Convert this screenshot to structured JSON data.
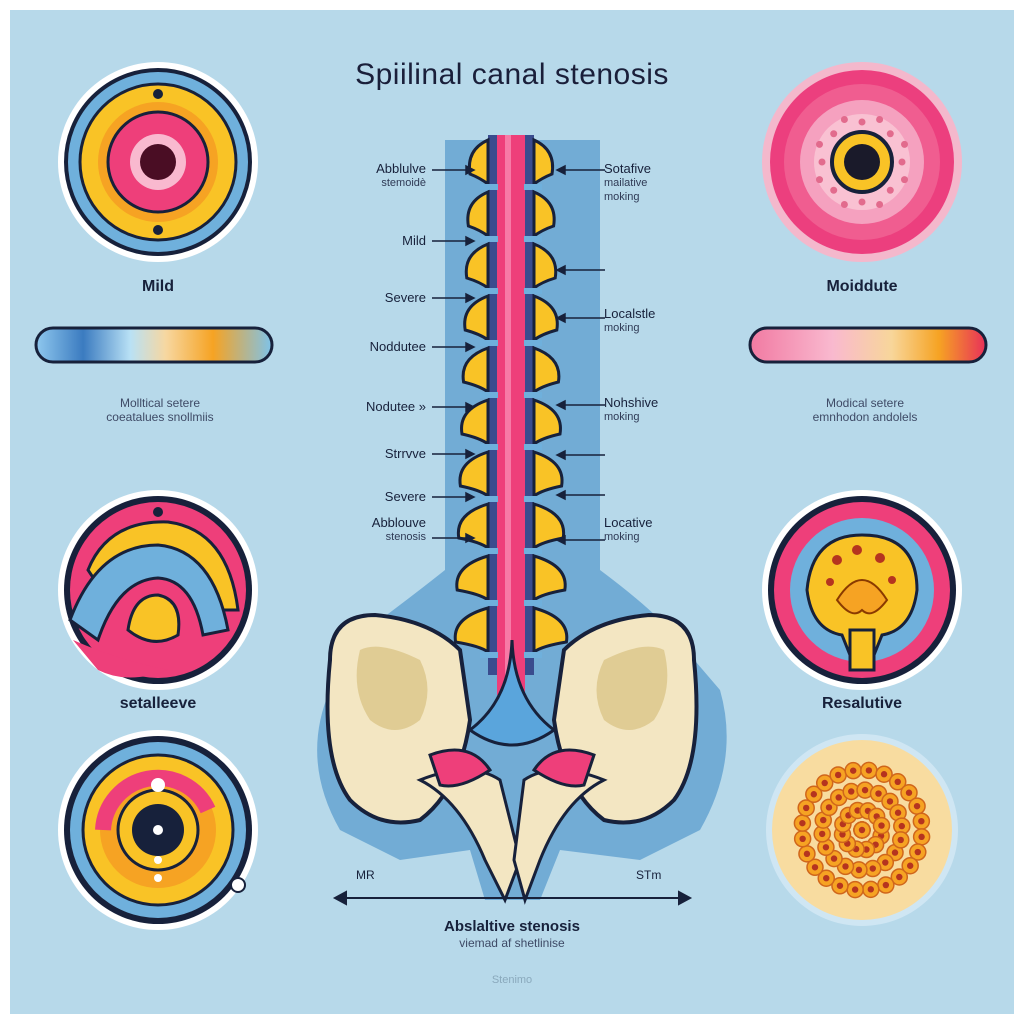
{
  "title": "Spiilinal canal stenosis",
  "labels_left": [
    {
      "text": "Abblulve",
      "sub": "stemoidè"
    },
    {
      "text": "Mild",
      "sub": ""
    },
    {
      "text": "Severe",
      "sub": ""
    },
    {
      "text": "Noddutee",
      "sub": ""
    },
    {
      "text": "Nodutee »",
      "sub": ""
    },
    {
      "text": "Strrvve",
      "sub": ""
    },
    {
      "text": "Severe",
      "sub": ""
    },
    {
      "text": "Abblouve",
      "sub": "stenosis"
    }
  ],
  "labels_right": [
    {
      "text": "Sotafive",
      "sub1": "mailative",
      "sub2": "moking"
    },
    {
      "text": "Localstle",
      "sub1": "moking",
      "sub2": ""
    },
    {
      "text": "Nohshive",
      "sub1": "moking",
      "sub2": ""
    },
    {
      "text": "Locative",
      "sub1": "moking",
      "sub2": ""
    }
  ],
  "captions": {
    "top_left": "Mild",
    "top_right": "Moiddute",
    "mid_left": "setalleeve",
    "mid_right": "Resalutive"
  },
  "descriptions": {
    "left_line1": "Molltical setere",
    "left_line2": "coeatalues snollmiis",
    "right_line1": "Modical setere",
    "right_line2": "emnhodon andolels"
  },
  "axis": {
    "left": "MR",
    "right": "STm"
  },
  "bottom": {
    "title": "Abslaltive stenosis",
    "subtitle": "viemad af shetlinise"
  },
  "watermark": "Stenimo",
  "colors": {
    "background": "#b7d9ea",
    "pink": "#ee3f7a",
    "yellow": "#f9c326",
    "blue": "#6fb0dc",
    "bone": "#f3e6c2",
    "navy": "#17213b"
  }
}
